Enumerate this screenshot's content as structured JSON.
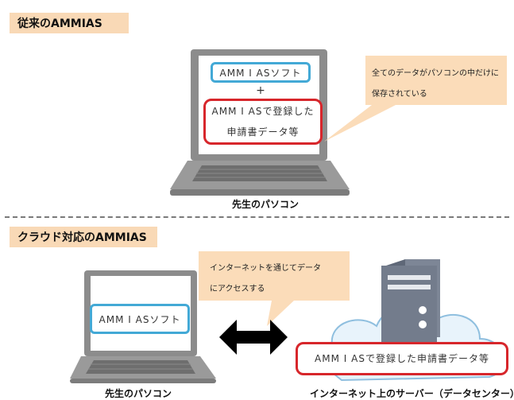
{
  "top_section": {
    "label": "従来のAMMIAS",
    "software_box": "AMM I ASソフト",
    "plus": "+",
    "data_box_line1": "AMM I ASで登録した",
    "data_box_line2": "申請書データ等",
    "bubble_line1": "全てのデータがパソコンの中だけに",
    "bubble_line2": "保存されている",
    "caption": "先生のパソコン"
  },
  "bottom_section": {
    "label": "クラウド対応のAMMIAS",
    "software_box": "AMM I ASソフト",
    "bubble_line1": "インターネットを通じてデータ",
    "bubble_line2": "にアクセスする",
    "data_box": "AMM I ASで登録した申請書データ等",
    "laptop_caption": "先生のパソコン",
    "server_caption": "インターネット上のサーバー（データセンター）"
  },
  "colors": {
    "label_bg": "#f9d9b6",
    "bubble_fill": "#fbdcb9",
    "blue_border": "#43a9d6",
    "red_border": "#d7262b",
    "laptop_gray": "#8c8c8c",
    "server_gray": "#7d8696",
    "cloud_fill": "#e8f3fb",
    "cloud_stroke": "#8fbfdf"
  }
}
